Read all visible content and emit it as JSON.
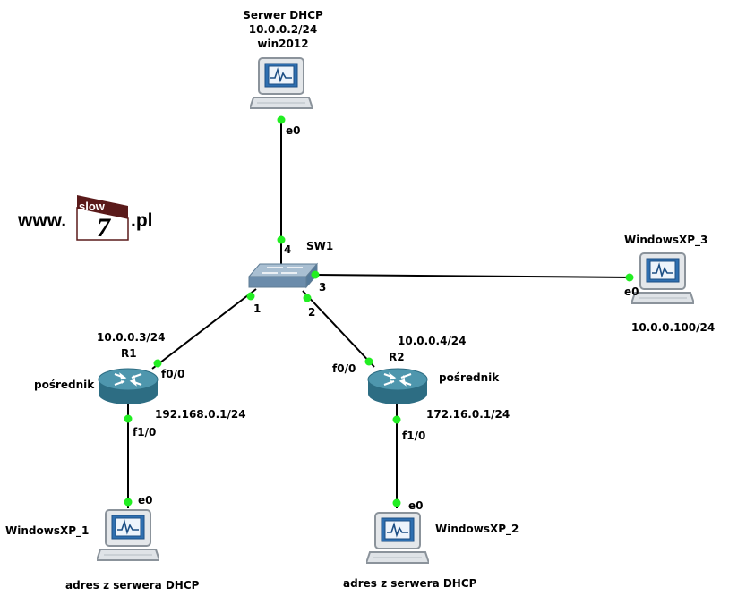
{
  "nodes": {
    "dhcp_server": {
      "lines": [
        "Serwer DHCP",
        "10.0.0.2/24",
        "win2012"
      ],
      "port": "e0"
    },
    "switch": {
      "name": "SW1",
      "ports": [
        "4",
        "1",
        "2",
        "3"
      ]
    },
    "r1": {
      "name": "R1",
      "role": "pośrednik",
      "wan_ip": "10.0.0.3/24",
      "lan_ip": "192.168.0.1/24",
      "port_up": "f0/0",
      "port_down": "f1/0"
    },
    "r2": {
      "name": "R2",
      "role": "pośrednik",
      "wan_ip": "10.0.0.4/24",
      "lan_ip": "172.16.0.1/24",
      "port_up": "f0/0",
      "port_down": "f1/0"
    },
    "xp1": {
      "name": "WindowsXP_1",
      "port": "e0",
      "note": "adres z serwera DHCP"
    },
    "xp2": {
      "name": "WindowsXP_2",
      "port": "e0",
      "note": "adres z serwera DHCP"
    },
    "xp3": {
      "name": "WindowsXP_3",
      "port": "e0",
      "ip": "10.0.0.100/24"
    }
  },
  "logo": {
    "prefix": "www.",
    "box_top": "slow",
    "box_digit": "7",
    "suffix": ".pl"
  },
  "colors": {
    "link": "#000000",
    "port_dot": "#22ee22",
    "router_body": "#3a7f95",
    "switch_body": "#7f9cb5",
    "logo_box": "#5a1a1a"
  },
  "icons": {
    "pc": "pc-monitor-icon",
    "router": "router-icon",
    "switch": "switch-icon"
  }
}
